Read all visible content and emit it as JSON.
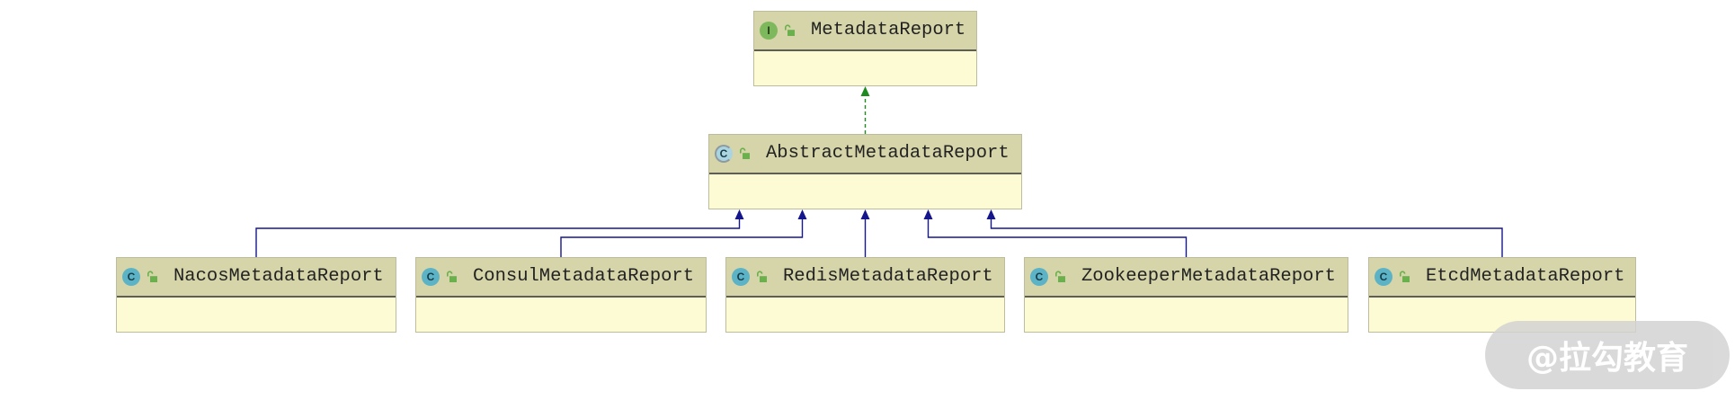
{
  "classes": [
    {
      "name": "MetadataReport",
      "badge": "I",
      "type_icon": "interface-icon",
      "visibility_icon": "open-lock-icon"
    },
    {
      "name": "AbstractMetadataReport",
      "badge": "C",
      "type_icon": "abstract-class-icon",
      "visibility_icon": "open-lock-icon"
    },
    {
      "name": "NacosMetadataReport",
      "badge": "C",
      "type_icon": "class-icon",
      "visibility_icon": "open-lock-icon"
    },
    {
      "name": "ConsulMetadataReport",
      "badge": "C",
      "type_icon": "class-icon",
      "visibility_icon": "open-lock-icon"
    },
    {
      "name": "RedisMetadataReport",
      "badge": "C",
      "type_icon": "class-icon",
      "visibility_icon": "open-lock-icon"
    },
    {
      "name": "ZookeeperMetadataReport",
      "badge": "C",
      "type_icon": "class-icon",
      "visibility_icon": "open-lock-icon"
    },
    {
      "name": "EtcdMetadataReport",
      "badge": "C",
      "type_icon": "class-icon",
      "visibility_icon": "open-lock-icon"
    }
  ],
  "edges": [
    {
      "from": 1,
      "to": 0,
      "dashed": true,
      "color": "#1f8a1f"
    },
    {
      "from": 2,
      "to": 1,
      "dashed": false,
      "color": "#16168c"
    },
    {
      "from": 3,
      "to": 1,
      "dashed": false,
      "color": "#16168c"
    },
    {
      "from": 4,
      "to": 1,
      "dashed": false,
      "color": "#16168c"
    },
    {
      "from": 5,
      "to": 1,
      "dashed": false,
      "color": "#16168c"
    },
    {
      "from": 6,
      "to": 1,
      "dashed": false,
      "color": "#16168c"
    }
  ],
  "colors": {
    "header": "#d6d5aa",
    "body": "#fdfbd3",
    "border": "#bdbc9c",
    "divider": "#5e5e55",
    "text": "#222222",
    "class_icon": "#5cb3c6",
    "interface_icon": "#7db85c",
    "abstract_icon": "#a9d4e0",
    "lock_icon": "#6ab04c",
    "watermark_bg": "#d3d3d3"
  },
  "watermark": {
    "text": "@拉勾教育"
  }
}
